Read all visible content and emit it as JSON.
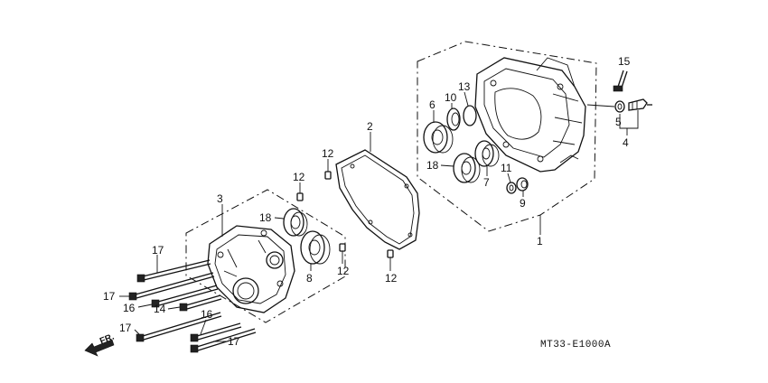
{
  "diagram": {
    "drawing_code": "MT33-E1000A",
    "direction_marker": "FR.",
    "callouts": [
      {
        "key": "c1",
        "label": "1"
      },
      {
        "key": "c2",
        "label": "2"
      },
      {
        "key": "c3",
        "label": "3"
      },
      {
        "key": "c4",
        "label": "4"
      },
      {
        "key": "c5",
        "label": "5"
      },
      {
        "key": "c6",
        "label": "6"
      },
      {
        "key": "c7",
        "label": "7"
      },
      {
        "key": "c8",
        "label": "8"
      },
      {
        "key": "c9",
        "label": "9"
      },
      {
        "key": "c10",
        "label": "10"
      },
      {
        "key": "c11",
        "label": "11"
      },
      {
        "key": "c12a",
        "label": "12"
      },
      {
        "key": "c12b",
        "label": "12"
      },
      {
        "key": "c12c",
        "label": "12"
      },
      {
        "key": "c12d",
        "label": "12"
      },
      {
        "key": "c13",
        "label": "13"
      },
      {
        "key": "c14",
        "label": "14"
      },
      {
        "key": "c15",
        "label": "15"
      },
      {
        "key": "c16a",
        "label": "16"
      },
      {
        "key": "c16b",
        "label": "16"
      },
      {
        "key": "c17a",
        "label": "17"
      },
      {
        "key": "c17b",
        "label": "17"
      },
      {
        "key": "c17c",
        "label": "17"
      },
      {
        "key": "c17d",
        "label": "17"
      },
      {
        "key": "c18a",
        "label": "18"
      },
      {
        "key": "c18b",
        "label": "18"
      }
    ]
  }
}
